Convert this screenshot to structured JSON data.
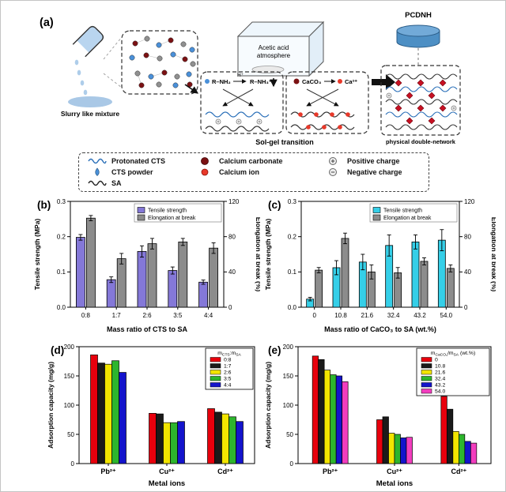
{
  "figure": {
    "panel_a": {
      "label": "(a)",
      "slurry_label": "Slurry like mixture",
      "acetic_line1": "Acetic acid",
      "acetic_line2": "atmosphere",
      "pcdnh_label": "PCDNH",
      "solgel_label": "Sol-gel transition",
      "network_label": "physical double-network",
      "reaction_amine": {
        "reactant": "R–NH₂",
        "condition": "H⁺",
        "product": "R–NH₃⁺"
      },
      "reaction_calcium": {
        "reactant": "CaCO₃",
        "product": "Ca²⁺"
      }
    },
    "legend": {
      "items": [
        {
          "icon": "protonated-cts-wave-icon",
          "label": "Protonated CTS"
        },
        {
          "icon": "calcium-carbonate-dot-icon",
          "label": "Calcium carbonate"
        },
        {
          "icon": "positive-charge-icon",
          "label": "Positive charge"
        },
        {
          "icon": "cts-powder-drop-icon",
          "label": "CTS powder"
        },
        {
          "icon": "calcium-ion-dot-icon",
          "label": "Calcium ion"
        },
        {
          "icon": "negative-charge-icon",
          "label": "Negative charge"
        },
        {
          "icon": "sa-wave-icon",
          "label": "SA"
        }
      ]
    }
  },
  "chart_data": [
    {
      "id": "b",
      "panel_label": "(b)",
      "type": "bar",
      "dual_axis": true,
      "categories": [
        "0:8",
        "1:7",
        "2:6",
        "3:5",
        "4:4"
      ],
      "xlabel": "Mass ratio of CTS to SA",
      "left_axis": {
        "label": "Tensile strength (MPa)",
        "max": 0.3,
        "ticks": [
          0,
          0.1,
          0.2,
          0.3
        ]
      },
      "right_axis": {
        "label": "Elongation at break (%)",
        "max": 120,
        "ticks": [
          0,
          40,
          80,
          120
        ]
      },
      "legend_position": "top-right",
      "series": [
        {
          "name": "Tensile strength",
          "axis": "left",
          "color": "#8478d8",
          "values": [
            0.198,
            0.078,
            0.158,
            0.104,
            0.071
          ],
          "errors": [
            0.008,
            0.008,
            0.016,
            0.01,
            0.006
          ]
        },
        {
          "name": "Elongation at break",
          "axis": "right",
          "color": "#8c8c8c",
          "values": [
            101,
            55,
            72,
            74,
            67
          ],
          "errors": [
            3,
            6,
            6,
            4,
            6
          ]
        }
      ]
    },
    {
      "id": "c",
      "panel_label": "(c)",
      "type": "bar",
      "dual_axis": true,
      "categories": [
        "0",
        "10.8",
        "21.6",
        "32.4",
        "43.2",
        "54.0"
      ],
      "xlabel": "Mass ratio of CaCO₃ to SA (wt.%)",
      "left_axis": {
        "label": "Tensile strength (MPa)",
        "max": 0.3,
        "ticks": [
          0,
          0.1,
          0.2,
          0.3
        ]
      },
      "right_axis": {
        "label": "Elongation at break (%)",
        "max": 120,
        "ticks": [
          0,
          40,
          80,
          120
        ]
      },
      "legend_position": "top-right",
      "series": [
        {
          "name": "Tensile strength",
          "axis": "left",
          "color": "#35cfe8",
          "values": [
            0.023,
            0.112,
            0.128,
            0.175,
            0.185,
            0.19
          ],
          "errors": [
            0.005,
            0.02,
            0.022,
            0.03,
            0.02,
            0.03
          ]
        },
        {
          "name": "Elongation at break",
          "axis": "right",
          "color": "#8c8c8c",
          "values": [
            42,
            78,
            40,
            39,
            52,
            44
          ],
          "errors": [
            3,
            6,
            8,
            6,
            4,
            4
          ]
        }
      ]
    },
    {
      "id": "d",
      "panel_label": "(d)",
      "type": "grouped-bar",
      "categories": [
        "Pb²⁺",
        "Cu²⁺",
        "Cd²⁺"
      ],
      "xlabel": "Metal ions",
      "ylabel": "Adsorption capacity (mg/g)",
      "ymax": 200,
      "yticks": [
        0,
        50,
        100,
        150,
        200
      ],
      "legend_title": "m_{CTS}:m_{SA}",
      "series": [
        {
          "name": "0:8",
          "color": "#e8000d",
          "values": [
            186,
            86,
            94
          ]
        },
        {
          "name": "1:7",
          "color": "#1a1a1a",
          "values": [
            172,
            85,
            88
          ]
        },
        {
          "name": "2:6",
          "color": "#f2e500",
          "values": [
            170,
            70,
            85
          ]
        },
        {
          "name": "3:5",
          "color": "#2db52d",
          "values": [
            176,
            70,
            80
          ]
        },
        {
          "name": "4:4",
          "color": "#1414cc",
          "values": [
            156,
            72,
            72
          ]
        }
      ]
    },
    {
      "id": "e",
      "panel_label": "(e)",
      "type": "grouped-bar",
      "categories": [
        "Pb²⁺",
        "Cu²⁺",
        "Cd²⁺"
      ],
      "xlabel": "Metal ions",
      "ylabel": "Adsorption capacity (mg/g)",
      "ymax": 200,
      "yticks": [
        0,
        50,
        100,
        150,
        200
      ],
      "legend_title": "m_{CaCO₃}/m_{SA} (wt.%)",
      "series": [
        {
          "name": "0",
          "color": "#e8000d",
          "values": [
            184,
            75,
            115
          ]
        },
        {
          "name": "10.8",
          "color": "#1a1a1a",
          "values": [
            178,
            80,
            93
          ]
        },
        {
          "name": "21.6",
          "color": "#f2e500",
          "values": [
            160,
            52,
            55
          ]
        },
        {
          "name": "32.4",
          "color": "#2db52d",
          "values": [
            152,
            50,
            50
          ]
        },
        {
          "name": "43.2",
          "color": "#1414cc",
          "values": [
            150,
            44,
            38
          ]
        },
        {
          "name": "54.0",
          "color": "#f23dbe",
          "values": [
            140,
            45,
            35
          ]
        }
      ]
    }
  ]
}
